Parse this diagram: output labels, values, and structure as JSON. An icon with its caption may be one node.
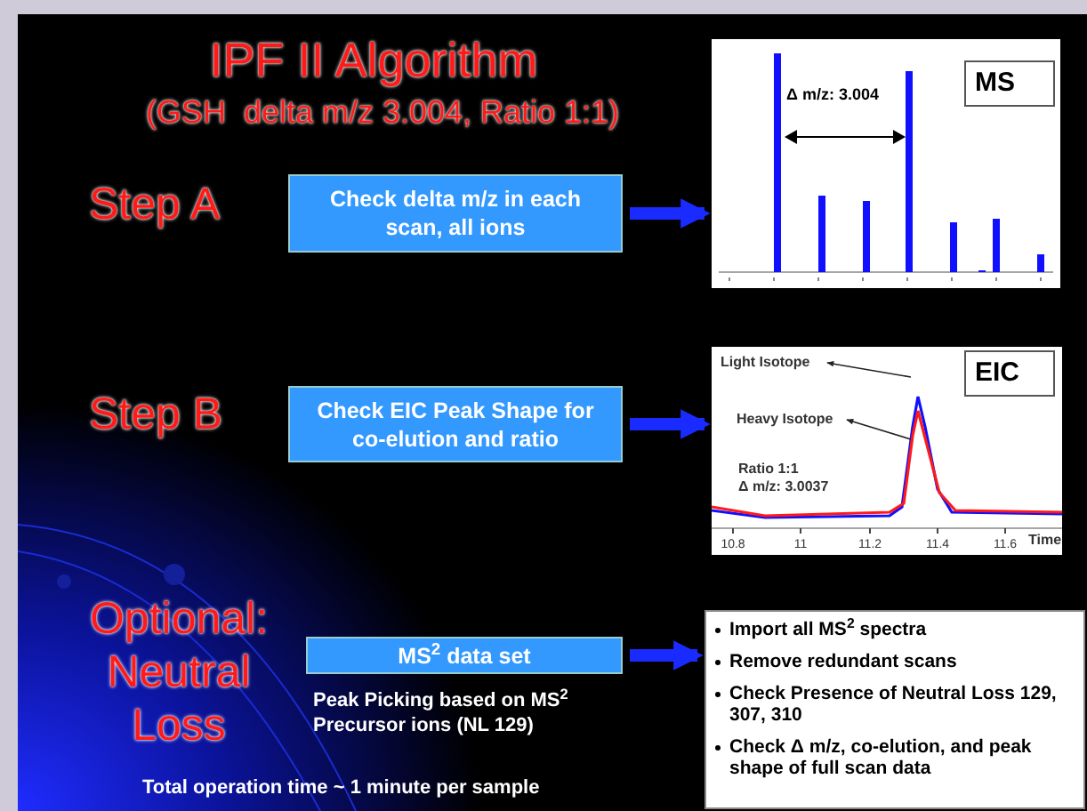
{
  "diagram": {
    "title": "IPF II  Algorithm",
    "nodes": [
      {
        "text": [
          "Check delta m/z in each scan, all ions"
        ]
      },
      {
        "text": [
          "Δ m/z: 3.004",
          "MS"
        ]
      },
      {
        "text": [
          "Check EIC Peak Shape for co-elution and ratio"
        ]
      },
      {
        "text": [
          "EIC",
          "Ratio 1:1",
          "Δ m/z: 3.0037"
        ]
      },
      {
        "text": [
          "Light Isotope"
        ],
        "in": 3
      },
      {
        "text": [
          "Heavy Isotope"
        ],
        "in": 3
      },
      {
        "text": [
          "MS$^{2}$ data set"
        ],
        "beside": [
          "Peak Picking based on MS$^{2}$ Precursor ions (NL 129)"
        ]
      },
      {
        "text": [
          "Import all MS$^{2}$ spectra",
          "Remove redundant scans",
          "Check Presence of Neutral Loss 129, 307, 310",
          "Check Δ m/z, co-elution, and peak shape of full scan data"
        ]
      }
    ],
    "edges": [
      {
        "from": 0,
        "to": 1,
        "arrow": "to"
      },
      {
        "from": 2,
        "to": 3,
        "arrow": "to"
      },
      {
        "from": 6,
        "to": 7,
        "arrow": "to"
      },
      {
        "from": null,
        "to": 4,
        "arrow": "to",
        "color": "#222222"
      },
      {
        "from": null,
        "to": 5,
        "arrow": "to",
        "color": "#222222"
      }
    ],
    "labels": [
      "(GSH  delta m/z 3.004, Ratio 1:1)",
      "Step A",
      "Step B",
      "10.8",
      "11",
      "11.2",
      "11.4",
      "11.6",
      "Time",
      "Optional: Neutral Loss",
      "Total operation time ~ 1 minute per sample"
    ]
  }
}
